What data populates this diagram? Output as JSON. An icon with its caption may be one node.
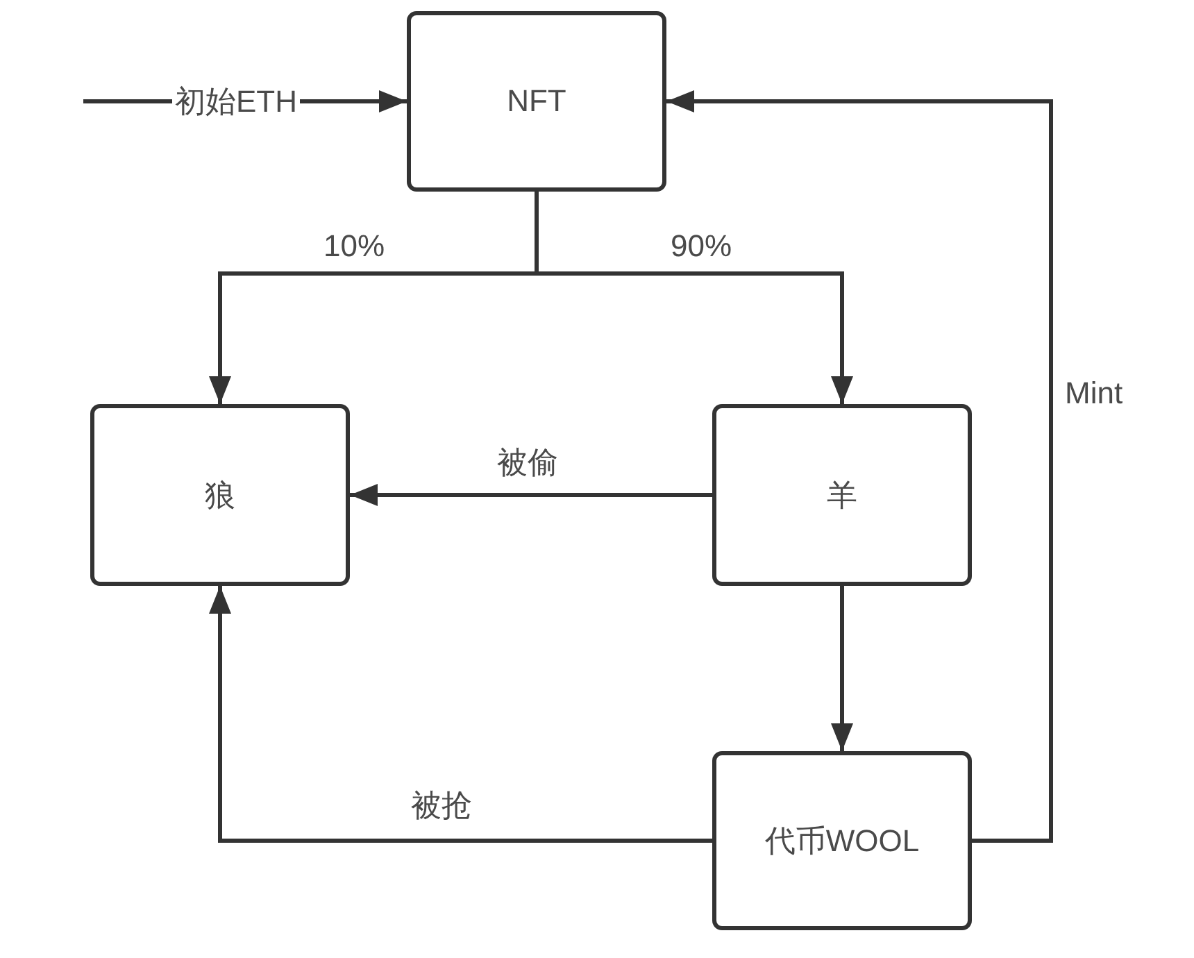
{
  "diagram": {
    "nodes": [
      {
        "text": [
          "NFT"
        ]
      },
      {
        "text": [
          "狼"
        ]
      },
      {
        "text": [
          "羊"
        ]
      },
      {
        "text": [
          "代币WOOL"
        ]
      }
    ],
    "edges": [
      {
        "from": null,
        "to": 0,
        "arrow": "to",
        "label": "初始ETH"
      },
      {
        "from": 0,
        "to": 1,
        "arrow": "to",
        "label": "10%"
      },
      {
        "from": 0,
        "to": 2,
        "arrow": "to",
        "label": "90%"
      },
      {
        "from": 2,
        "to": 1,
        "arrow": "to",
        "label": "被偷"
      },
      {
        "from": 2,
        "to": 3,
        "arrow": "to"
      },
      {
        "from": 3,
        "to": 1,
        "arrow": "to",
        "label": "被抢"
      },
      {
        "from": 3,
        "to": 0,
        "arrow": "to",
        "label": "Mint"
      }
    ]
  }
}
